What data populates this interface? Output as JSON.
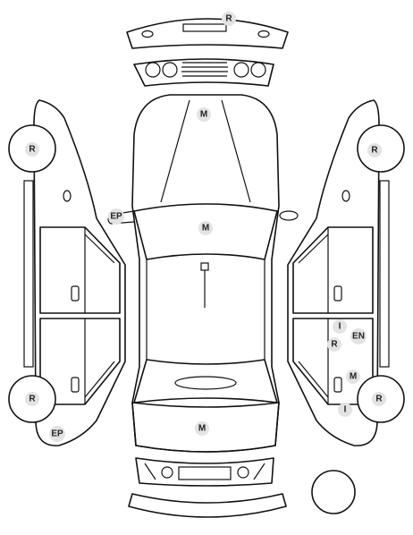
{
  "diagram": {
    "badges": [
      {
        "id": "front-bumper-top",
        "label": "R"
      },
      {
        "id": "hood",
        "label": "M"
      },
      {
        "id": "windshield-left",
        "label": "EP"
      },
      {
        "id": "roof",
        "label": "M"
      },
      {
        "id": "trunk",
        "label": "M"
      },
      {
        "id": "left-front-wheel",
        "label": "R"
      },
      {
        "id": "left-rear-wheel",
        "label": "R"
      },
      {
        "id": "left-rear-bottom",
        "label": "EP"
      },
      {
        "id": "right-front-wheel",
        "label": "R"
      },
      {
        "id": "right-rear-wheel",
        "label": "R"
      },
      {
        "id": "right-rear-door-i",
        "label": "I"
      },
      {
        "id": "right-rear-door-r",
        "label": "R"
      },
      {
        "id": "right-rear-door-en",
        "label": "EN"
      },
      {
        "id": "right-rear-door-m",
        "label": "M"
      },
      {
        "id": "right-rear-quarter-i",
        "label": "I"
      }
    ]
  }
}
